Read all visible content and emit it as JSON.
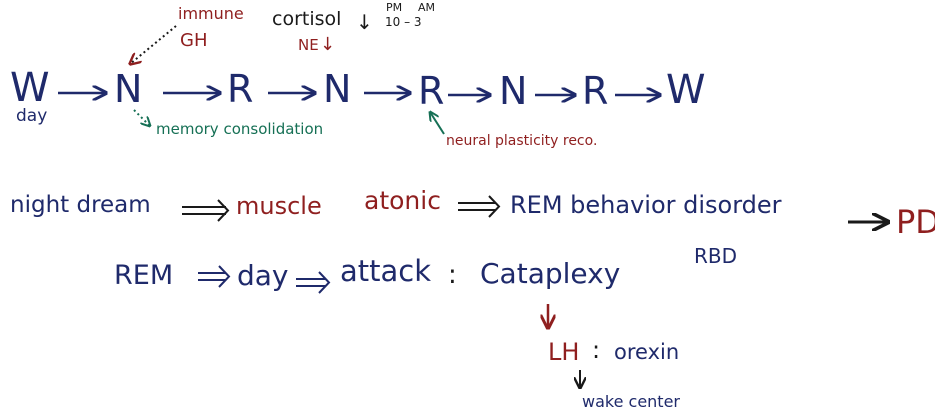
{
  "colors": {
    "navy": "#1f2a6b",
    "red": "#8f1f1f",
    "green": "#167055",
    "black": "#1a1a1a"
  },
  "sleep_cycle": {
    "stages": [
      "W",
      "N",
      "R",
      "N",
      "R",
      "N",
      "R",
      "W"
    ],
    "day_label": "day",
    "immune_label": "immune",
    "gh_label": "GH",
    "cortisol_label": "cortisol",
    "cortisol_arrow": "↓",
    "ne_label": "NE",
    "ne_arrow": "↓",
    "pm_label": "PM",
    "am_label": "AM",
    "time_range": "10 – 3",
    "memory_label": "memory consolidation",
    "neural_label": "neural plasticity reco."
  },
  "rbd_line": {
    "night_dream": "night dream",
    "muscle": "muscle",
    "atonic": "atonic",
    "rem_behavior_disorder": "REM behavior disorder",
    "pd": "PD",
    "rbd_abbr": "RBD"
  },
  "cataplexy_line": {
    "rem": "REM",
    "day": "day",
    "attack": "attack",
    "colon": ":",
    "cataplexy": "Cataplexy"
  },
  "orexin": {
    "lh": "LH",
    "colon": ":",
    "orexin": "orexin",
    "wake_center": "wake center"
  }
}
